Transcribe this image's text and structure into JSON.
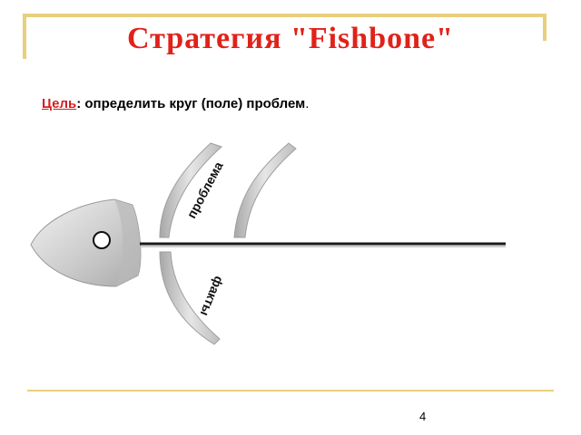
{
  "slide": {
    "title": "Стратегия \"Fishbone\"",
    "goal_label": "Цель",
    "goal_text": ": определить круг (поле) проблем",
    "goal_end": ".",
    "page_number": "4"
  },
  "diagram": {
    "label_problem": "проблема",
    "label_facts": "факты"
  },
  "colors": {
    "title": "#e0221a",
    "frame": "#e9cf7d",
    "bone_fill": "#d8d8d8",
    "spine": "#1a1a1a"
  }
}
